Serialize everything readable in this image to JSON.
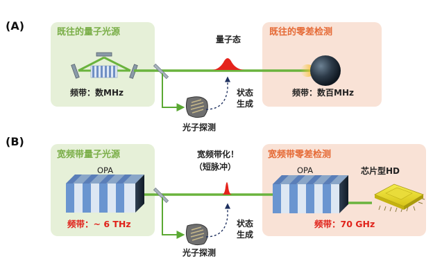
{
  "panel_a": {
    "label": "(A)",
    "left_title": "既往的量子光源",
    "left_bandwidth": "频带：数MHz",
    "right_title": "既往的零差检测",
    "right_bandwidth": "频带：数百MHz",
    "quantum_state": "量子态",
    "photon_detection": "光子探测",
    "state_gen_1": "状态",
    "state_gen_2": "生成"
  },
  "panel_b": {
    "label": "(B)",
    "left_title": "宽频带量子光源",
    "left_device": "OPA",
    "left_bandwidth": "频带：~ 6 THz",
    "right_title": "宽频带零差检测",
    "right_device": "OPA",
    "chip_label": "芯片型HD",
    "right_bandwidth": "频带：70 GHz",
    "broadband_1": "宽频带化！",
    "broadband_2": "（短脉冲）",
    "photon_detection": "光子探测",
    "state_gen_1": "状态",
    "state_gen_2": "生成"
  },
  "colors": {
    "beam": "#6ab33d",
    "green_box": "#e6f0d8",
    "orange_box": "#f9e2d6",
    "green_title": "#7aae48",
    "orange_title": "#e56a36",
    "red_text": "#e0231b",
    "pulse": "#e5231c"
  }
}
